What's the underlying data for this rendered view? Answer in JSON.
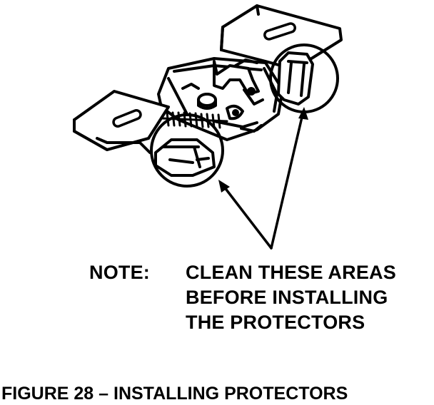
{
  "note": {
    "label": "NOTE:",
    "lines": [
      "CLEAN THESE AREAS",
      "BEFORE INSTALLING",
      "THE PROTECTORS"
    ]
  },
  "caption": "FIGURE 28 – INSTALLING PROTECTORS"
}
